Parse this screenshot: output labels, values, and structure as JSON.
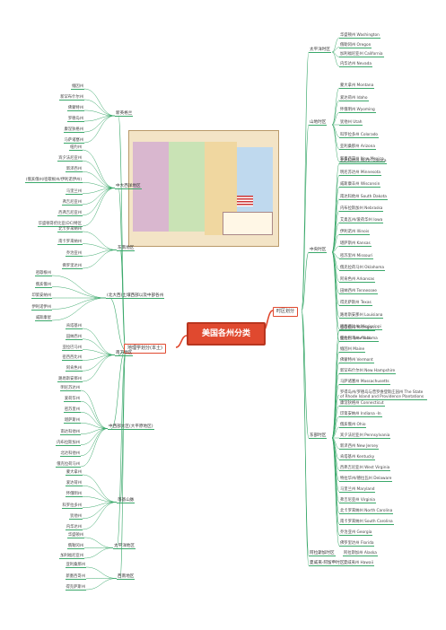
{
  "center_title": "美国各州分类",
  "right_branch": {
    "label": "时区划分",
    "groups": [
      {
        "label": "太平洋时区",
        "items": [
          "华盛顿州 Washington",
          "俄勒冈州 Oregon",
          "加利福尼亚州 California",
          "内华达州 Nevada"
        ]
      },
      {
        "label": "山地时区",
        "items": [
          "蒙大拿州 Montana",
          "爱达荷州 Idaho",
          "怀俄明州 Wyoming",
          "犹他州 Utah",
          "科罗拉多州 Colorado",
          "亚利桑那州 Arizona",
          "新墨西哥州 New Mexico"
        ]
      },
      {
        "label": "中央时区",
        "items": [
          "北达科他州 North Dakota",
          "明尼苏达州 Minnesota",
          "威斯康辛州 Wisconsin",
          "南达科他州 South Dakota",
          "内布拉斯加州 Nebraska",
          "艾奥瓦州/爱荷华州 Iowa",
          "伊利诺州 Illinois",
          "堪萨斯州 Kansas",
          "密苏里州 Missouri",
          "俄克拉荷马州 Oklahoma",
          "阿肯色州 Arkansas",
          "田纳西州 Tennessee",
          "得克萨斯州 Texas",
          "路易斯安那州 Louisiana",
          "密西西比州 Mississippi",
          "亚拉巴马州 Alabama"
        ]
      },
      {
        "label": "东部时区",
        "items": [
          "密歇根州 Michigan",
          "纽约州 New York",
          "缅因州 Maine",
          "佛蒙特州 Vermont",
          "新罕布什尔州 New Hampshire",
          "马萨诸塞州 Massachusetts",
          "罗得岛州/罗德岛与普罗维登斯庄园州 The State of Rhode Island and Providence Plantations",
          "康涅狄格州 Connecticut",
          "印第安纳州 Indiana -In",
          "俄亥俄州 Ohio",
          "宾夕法尼亚州 Pennsylvania",
          "新泽西州 New Jersey",
          "肯塔基州 Kentucky",
          "西弗吉尼亚州 West Virginia",
          "特拉华州/德拉瓦州 Delaware",
          "马里兰州 Maryland",
          "弗吉尼亚州 Virginia",
          "北卡罗来纳州 North Carolina",
          "南卡罗来纳州 South Carolina",
          "乔治亚州 Georgia",
          "佛罗里达州 Florida"
        ]
      },
      {
        "label": "阿拉斯加时区",
        "items": [
          "阿拉斯加州 Alaska"
        ]
      },
      {
        "label": "夏威夷-阿留申时区",
        "items": [
          "夏威夷州 Hawaii"
        ]
      }
    ]
  },
  "left_branch": {
    "label": "地理学划分(本土)",
    "groups": [
      {
        "label": "新英格兰",
        "items": [
          "缅因州",
          "新罕布什尔州",
          "佛蒙特州",
          "罗德岛州",
          "康涅狄格州",
          "马萨诸塞州"
        ]
      },
      {
        "label": "中大西洋地区",
        "items": [
          "纽约州",
          "宾夕法尼亚州",
          "新泽西州",
          "(俄亥俄州/密歇根州/伊利诺伊州)",
          "马里兰州",
          "弗吉尼亚州",
          "西弗吉尼亚州",
          "华盛顿哥伦比亚(DC)特区"
        ]
      },
      {
        "label": "东南地区",
        "items": [
          "北卡罗来纳州",
          "南卡罗来纳州",
          "乔治亚州",
          "佛罗里达州"
        ]
      },
      {
        "label": "(北大西)土壤西部以及中部各州",
        "items": [
          "密歇根州",
          "俄亥俄州",
          "印第安纳州",
          "伊利诺伊州",
          "威斯康星"
        ]
      },
      {
        "label": "南方地区",
        "items": [
          "肯塔基州",
          "田纳西州",
          "亚拉巴马州",
          "密西西比州",
          "阿肯色州",
          "路易斯安那州"
        ]
      },
      {
        "label": "中西部大区(大平原地区)",
        "items": [
          "明尼苏达州",
          "爱荷华州",
          "密苏里州",
          "堪萨斯州",
          "南达科他州",
          "内布拉斯加州",
          "北达科他州",
          "俄克拉荷马州"
        ]
      },
      {
        "label": "落基山脉",
        "items": [
          "蒙大拿州",
          "爱达荷州",
          "怀俄明州",
          "科罗拉多州",
          "犹他州",
          "内华达州"
        ]
      },
      {
        "label": "太平洋地区",
        "items": [
          "华盛顿州",
          "俄勒冈州",
          "加利福尼亚州"
        ]
      },
      {
        "label": "西南地区",
        "items": [
          "亚利桑那州",
          "新墨西哥州",
          "得克萨斯州"
        ]
      }
    ]
  },
  "colors": {
    "accent": "#e0492f",
    "line": "#3aa86a",
    "map_bg": "#f3e4c6"
  }
}
